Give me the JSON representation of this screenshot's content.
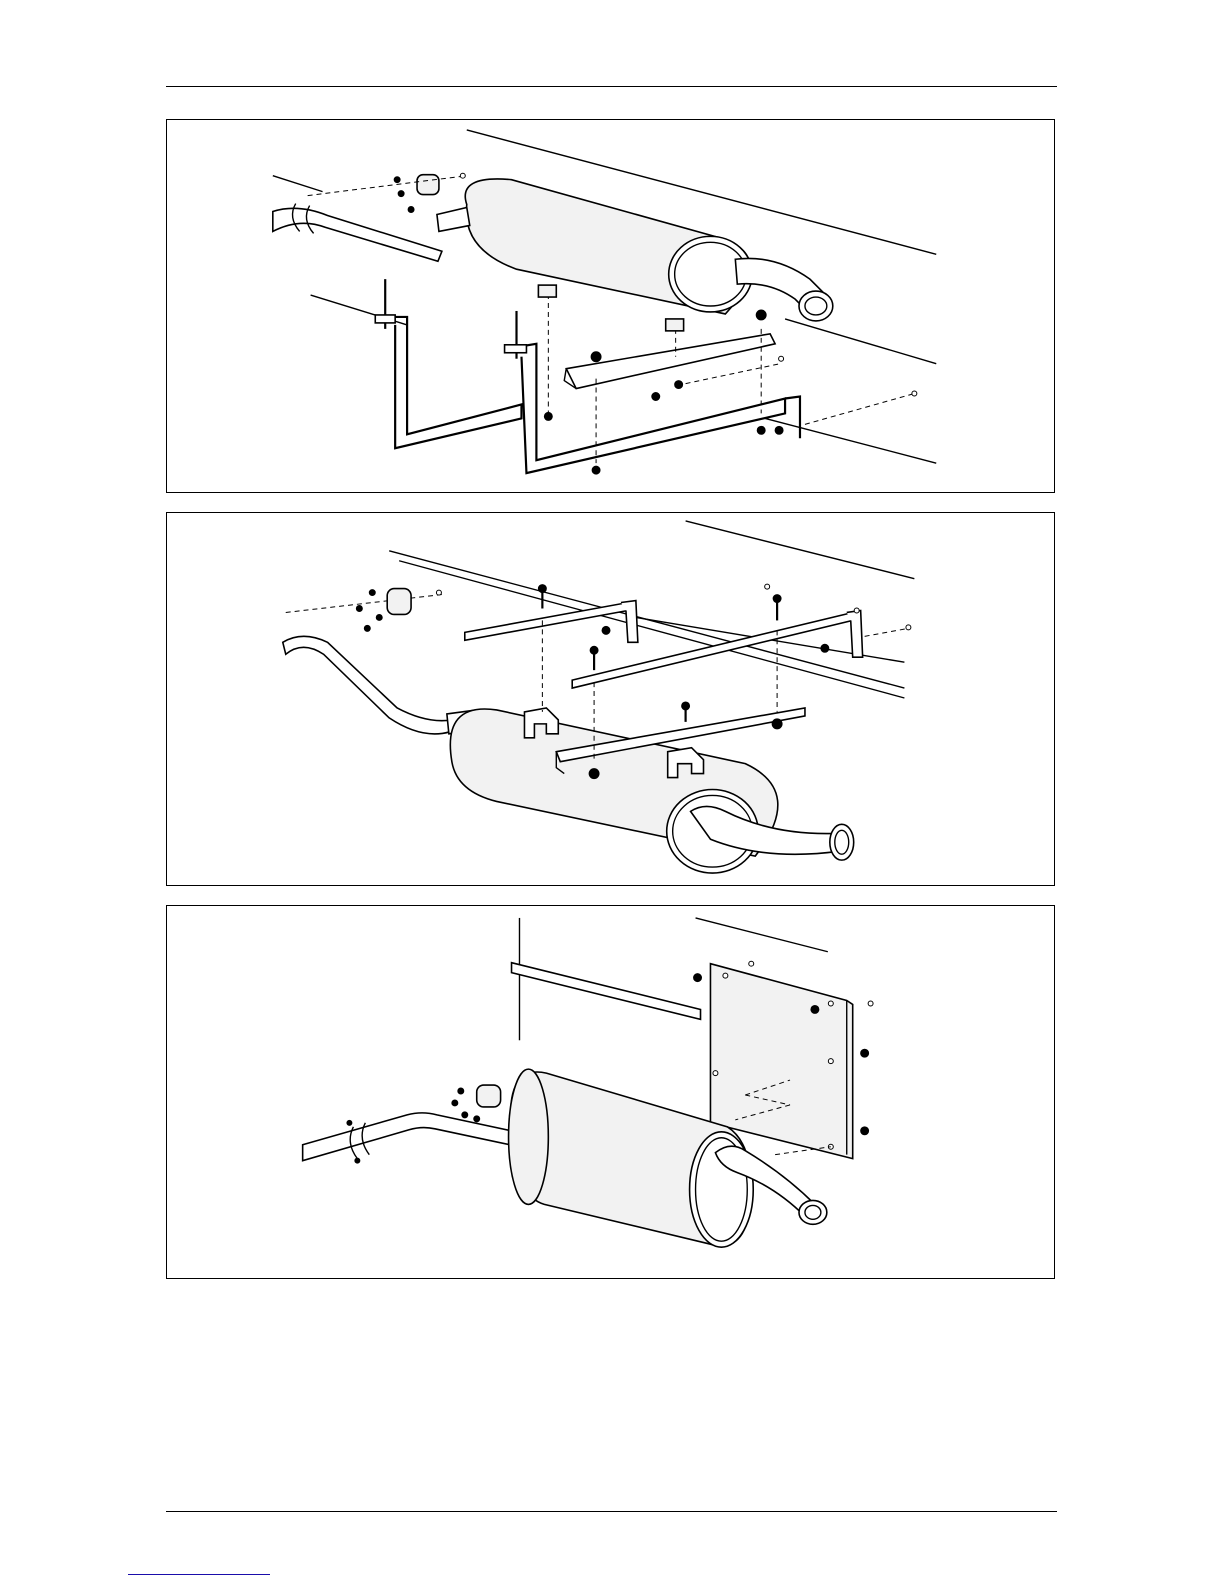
{
  "page": {
    "figures": [
      {
        "subject": "rear-silencer-with-support-brackets"
      },
      {
        "subject": "rear-silencer-with-crossmember-brackets"
      },
      {
        "subject": "rear-silencer-with-heat-shield-plate"
      }
    ]
  },
  "colors": {
    "line": "#000000",
    "paper": "#ffffff",
    "body_fill": "#f2f2f2",
    "link": "#1a0dab"
  }
}
